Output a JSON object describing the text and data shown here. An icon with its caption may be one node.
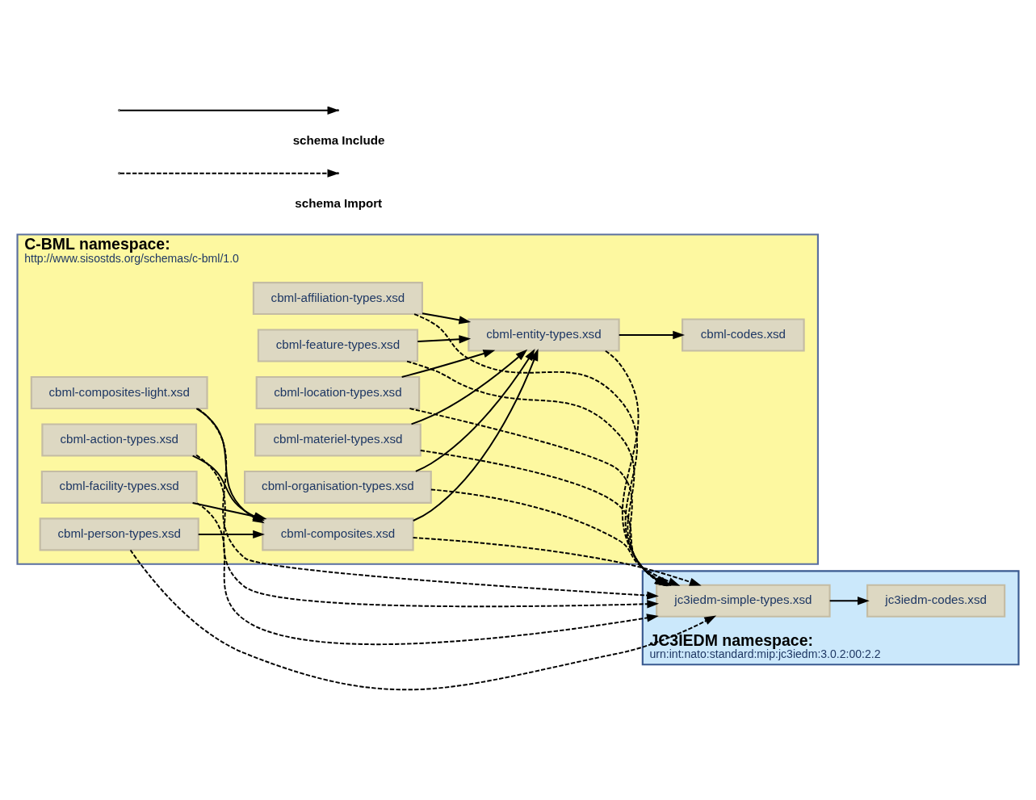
{
  "diagram": {
    "nodes": [
      {
        "text": [
          "C-BML namespace:",
          "http://www.sisostds.org/schemas/c-bml/1.0"
        ]
      },
      {
        "text": [
          "cbml-action-types.xsd"
        ],
        "in": 0
      },
      {
        "text": [
          "cbml-facility-types.xsd"
        ],
        "in": 0
      },
      {
        "text": [
          "cbml-person-types.xsd"
        ],
        "in": 0
      },
      {
        "text": [
          "cbml-composites-light.xsd"
        ],
        "in": 0
      },
      {
        "text": [
          "cbml-affiliation-types.xsd"
        ],
        "in": 0
      },
      {
        "text": [
          "cbml-feature-types.xsd"
        ],
        "in": 0
      },
      {
        "text": [
          "cbml-location-types.xsd"
        ],
        "in": 0
      },
      {
        "text": [
          "cbml-materiel-types.xsd"
        ],
        "in": 0
      },
      {
        "text": [
          "cbml-organisation-types.xsd"
        ],
        "in": 0
      },
      {
        "text": [
          "cbml-composites.xsd"
        ],
        "in": 0
      },
      {
        "text": [
          "cbml-entity-types.xsd"
        ],
        "in": 0
      },
      {
        "text": [
          "cbml-codes.xsd"
        ],
        "in": 0
      },
      {
        "text": [
          "JC3IEDM namespace:",
          "urn:int:nato:standard:mip:jc3iedm:3.0.2:00:2.2"
        ]
      },
      {
        "text": [
          "jc3iedm-simple-types.xsd"
        ],
        "in": 13
      },
      {
        "text": [
          "jc3iedm-codes.xsd"
        ],
        "in": 13
      }
    ],
    "edges": [
      {
        "from": 1,
        "to": 10,
        "arrow": "to"
      },
      {
        "from": 2,
        "to": 10,
        "arrow": "to"
      },
      {
        "from": 3,
        "to": 10,
        "arrow": "to"
      },
      {
        "from": 4,
        "to": 10,
        "arrow": "to"
      },
      {
        "from": 5,
        "to": 11,
        "arrow": "to"
      },
      {
        "from": 6,
        "to": 11,
        "arrow": "to"
      },
      {
        "from": 7,
        "to": 11,
        "arrow": "to"
      },
      {
        "from": 8,
        "to": 11,
        "arrow": "to"
      },
      {
        "from": 9,
        "to": 11,
        "arrow": "to"
      },
      {
        "from": 10,
        "to": 11,
        "arrow": "to"
      },
      {
        "from": 11,
        "to": 12,
        "arrow": "to"
      },
      {
        "from": 1,
        "to": 14,
        "arrow": "to",
        "style": "dashed"
      },
      {
        "from": 2,
        "to": 14,
        "arrow": "to",
        "style": "dashed"
      },
      {
        "from": 3,
        "to": 14,
        "arrow": "to",
        "style": "dashed"
      },
      {
        "from": 4,
        "to": 14,
        "arrow": "to",
        "style": "dashed"
      },
      {
        "from": 10,
        "to": 14,
        "arrow": "to",
        "style": "dashed"
      },
      {
        "from": 11,
        "to": 14,
        "arrow": "to",
        "style": "dashed"
      },
      {
        "from": 5,
        "to": 14,
        "arrow": "to",
        "style": "dashed"
      },
      {
        "from": 6,
        "to": 14,
        "arrow": "to",
        "style": "dashed"
      },
      {
        "from": 7,
        "to": 14,
        "arrow": "to",
        "style": "dashed"
      },
      {
        "from": 8,
        "to": 14,
        "arrow": "to",
        "style": "dashed"
      },
      {
        "from": 9,
        "to": 14,
        "arrow": "to",
        "style": "dashed"
      },
      {
        "from": 14,
        "to": 15,
        "arrow": "to"
      }
    ],
    "legend": [
      {
        "text": "schema Include"
      },
      {
        "text": "schema Import"
      }
    ]
  }
}
